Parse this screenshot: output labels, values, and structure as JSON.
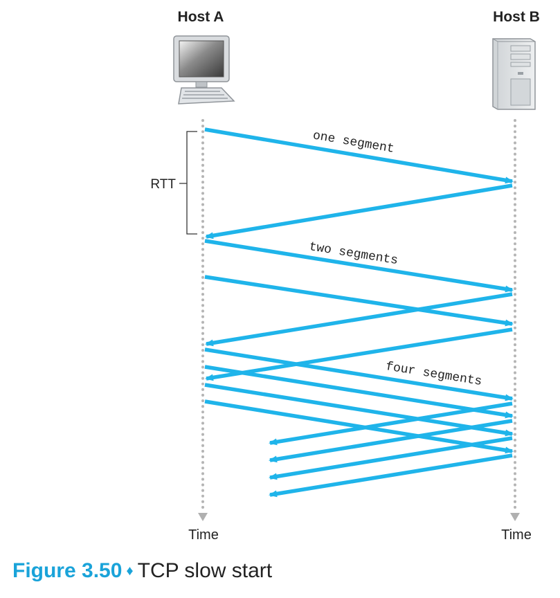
{
  "hosts": {
    "a_label": "Host A",
    "b_label": "Host B",
    "a_icon": "desktop-computer-icon",
    "b_icon": "server-tower-icon"
  },
  "timeline": {
    "time_label_a": "Time",
    "time_label_b": "Time",
    "rtt_label": "RTT"
  },
  "segment_labels": {
    "one": "one segment",
    "two": "two segments",
    "four": "four segments"
  },
  "caption": {
    "figure_number": "Figure 3.50",
    "separator": "♦",
    "title": "TCP slow start"
  },
  "colors": {
    "arrow": "#1fb4ea",
    "timeline_dots": "#b5b5b5",
    "caption_accent": "#1aa3d9"
  }
}
